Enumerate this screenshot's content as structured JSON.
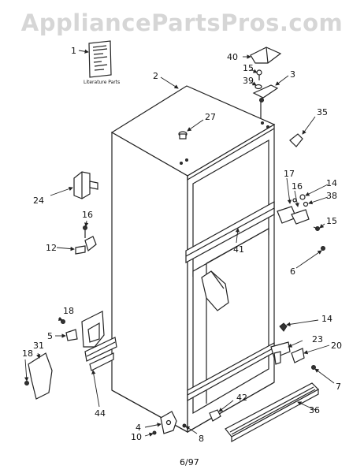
{
  "watermark": "AppliancePartsPros.com",
  "literature_label": "Literature Parts",
  "date_code": "6/97",
  "callouts": {
    "c1": "1",
    "c2": "2",
    "c3": "3",
    "c4": "4",
    "c5": "5",
    "c6": "6",
    "c7": "7",
    "c8": "8",
    "c10": "10",
    "c12": "12",
    "c14a": "14",
    "c14b": "14",
    "c15a": "15",
    "c15b": "15",
    "c16a": "16",
    "c16b": "16",
    "c17": "17",
    "c18a": "18",
    "c18b": "18",
    "c18c": "18",
    "c20": "20",
    "c23": "23",
    "c24": "24",
    "c27": "27",
    "c31": "31",
    "c35": "35",
    "c36": "36",
    "c38": "38",
    "c39": "39",
    "c40": "40",
    "c41": "41",
    "c42": "42",
    "c44": "44"
  }
}
